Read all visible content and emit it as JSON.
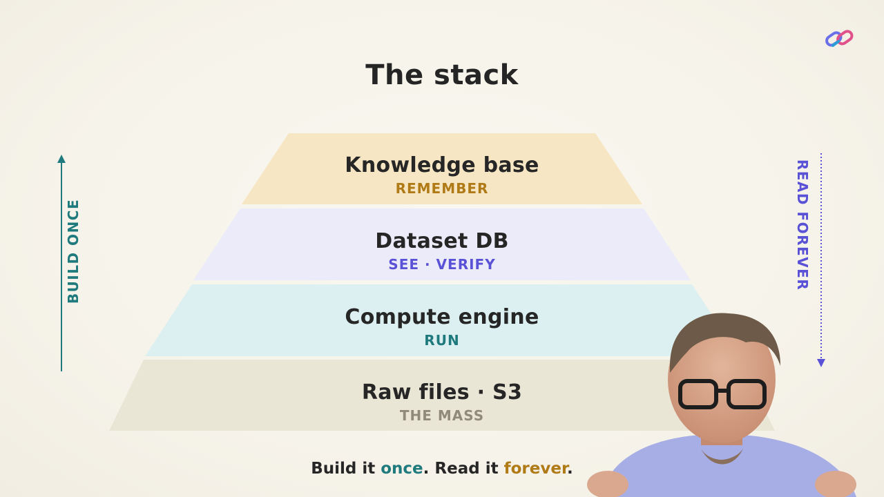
{
  "slide": {
    "title": "The stack"
  },
  "logo": {
    "icon": "chain-link-icon",
    "colors": [
      "#6a6ee8",
      "#e0508a",
      "#2a9fd6"
    ]
  },
  "layers": [
    {
      "name": "Knowledge base",
      "tag": "REMEMBER",
      "fill": "#f7e6c3",
      "tag_color": "#b07a17"
    },
    {
      "name": "Dataset DB",
      "tag": "SEE · VERIFY",
      "fill": "#ecebfa",
      "tag_color": "#5a52d6"
    },
    {
      "name": "Compute engine",
      "tag": "RUN",
      "fill": "#dcf0f1",
      "tag_color": "#1e7a7d"
    },
    {
      "name": "Raw files · S3",
      "tag": "THE MASS",
      "fill": "#eae6d6",
      "tag_color": "#908a7c"
    }
  ],
  "left_axis": {
    "label": "BUILD ONCE",
    "color": "#1e7a7d",
    "direction": "up"
  },
  "right_axis": {
    "label": "READ FOREVER",
    "color": "#5a52d6",
    "direction": "down"
  },
  "caption": {
    "part1": "Build it ",
    "word1": "once",
    "part2": ". Read it ",
    "word2": "forever",
    "part3": ".",
    "word1_color": "#1e7a7d",
    "word2_color": "#b07a17"
  },
  "presenter": {
    "icon": "presenter-webcam-icon"
  }
}
